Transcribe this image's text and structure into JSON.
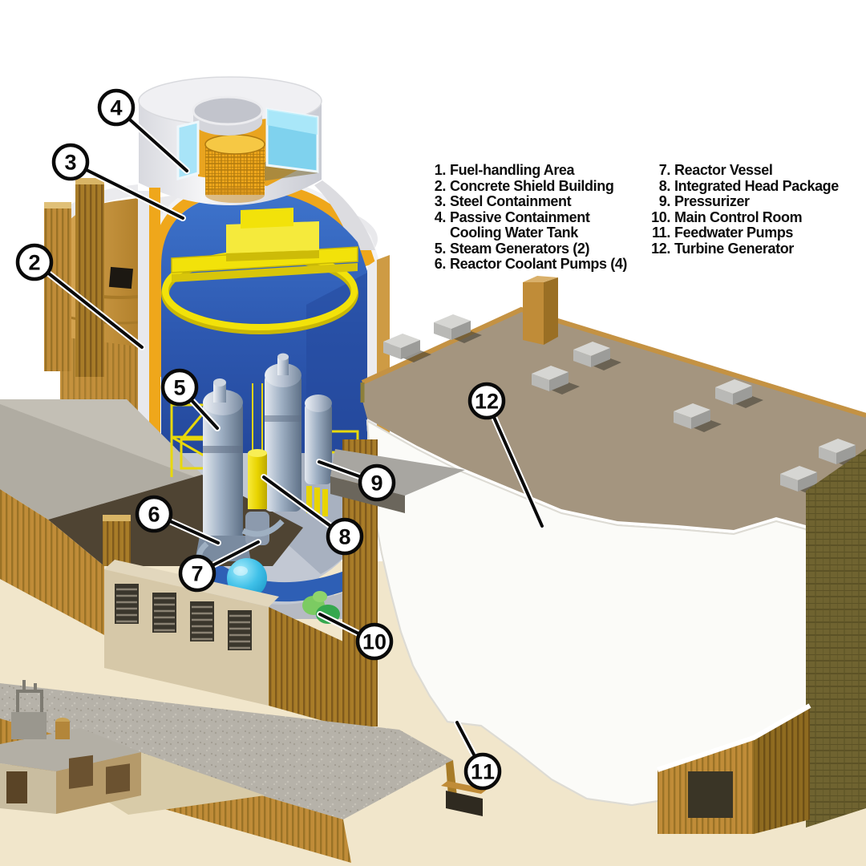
{
  "diagram": {
    "kind": "nuclear-power-plant-cutaway",
    "description": "Isometric cutaway illustration of a nuclear power plant with containment building and turbine hall"
  },
  "legend": {
    "columns": [
      {
        "items": [
          {
            "num": "1.",
            "lines": [
              "Fuel-handling Area"
            ]
          },
          {
            "num": "2.",
            "lines": [
              "Concrete Shield Building"
            ]
          },
          {
            "num": "3.",
            "lines": [
              "Steel Containment"
            ]
          },
          {
            "num": "4.",
            "lines": [
              "Passive Containment",
              "Cooling Water Tank"
            ]
          },
          {
            "num": "5.",
            "lines": [
              "Steam Generators (2)"
            ]
          },
          {
            "num": "6.",
            "lines": [
              "Reactor Coolant Pumps (4)"
            ]
          }
        ]
      },
      {
        "items": [
          {
            "num": "7.",
            "lines": [
              "Reactor Vessel"
            ]
          },
          {
            "num": "8.",
            "lines": [
              "Integrated Head Package"
            ]
          },
          {
            "num": "9.",
            "lines": [
              "Pressurizer"
            ]
          },
          {
            "num": "10.",
            "lines": [
              "Main Control Room"
            ]
          },
          {
            "num": "11.",
            "lines": [
              "Feedwater Pumps"
            ]
          },
          {
            "num": "12.",
            "lines": [
              "Turbine Generator"
            ]
          }
        ]
      }
    ]
  },
  "callouts": [
    {
      "num": "2",
      "target": "concrete-shield-building"
    },
    {
      "num": "3",
      "target": "steel-containment"
    },
    {
      "num": "4",
      "target": "passive-containment-cooling-water-tank"
    },
    {
      "num": "5",
      "target": "steam-generators"
    },
    {
      "num": "6",
      "target": "reactor-coolant-pumps"
    },
    {
      "num": "7",
      "target": "reactor-vessel"
    },
    {
      "num": "8",
      "target": "integrated-head-package"
    },
    {
      "num": "9",
      "target": "pressurizer"
    },
    {
      "num": "10",
      "target": "main-control-room"
    },
    {
      "num": "11",
      "target": "feedwater-pumps"
    },
    {
      "num": "12",
      "target": "turbine-generator"
    }
  ],
  "colors": {
    "background": "#ffffff",
    "ground_sand": "#f1e6cb",
    "gravel": "#b6b2a9",
    "tan_wall": "#c08c38",
    "roof_taupe": "#a4957f",
    "containment_blue": "#2e5fb5",
    "dome_gold": "#efa71b",
    "crane_yellow": "#f2e300",
    "water_cyan": "#9fe2f6",
    "turbine_cyan": "#2ab5e5",
    "equipment_green": "#2db14c",
    "equipment_yellow": "#f2dc00",
    "steel_silver": "#9fAEC2",
    "line_black": "#0a0a0a"
  }
}
